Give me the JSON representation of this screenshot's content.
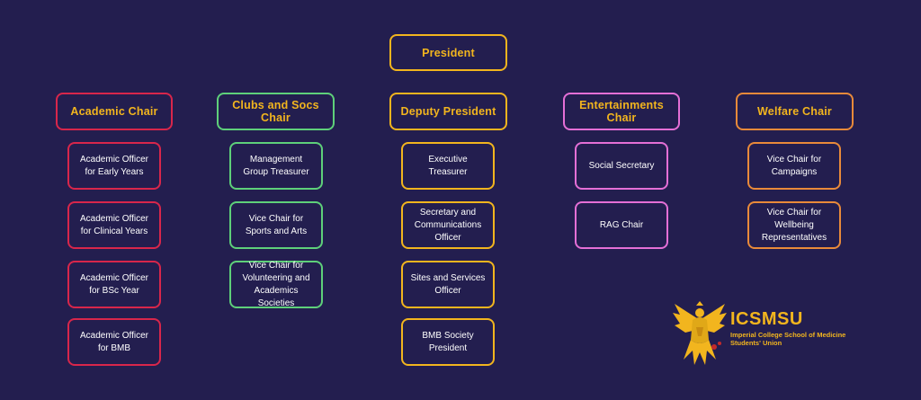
{
  "colors": {
    "background": "#231e4f",
    "heading_text": "#f2b51e",
    "academic": "#d8264b",
    "clubs": "#5ed07a",
    "president": "#f2b51e",
    "entertainments": "#e46fd6",
    "welfare": "#e98a3a"
  },
  "president": "President",
  "columns": {
    "academic": {
      "head": "Academic Chair",
      "items": [
        "Academic Officer for Early Years",
        "Academic Officer for Clinical Years",
        "Academic Officer for BSc Year",
        "Academic Officer for BMB"
      ]
    },
    "clubs": {
      "head": "Clubs and Socs Chair",
      "items": [
        "Management Group Treasurer",
        "Vice Chair for Sports and Arts",
        "Vice Chair for Volunteering and Academics Societies"
      ]
    },
    "deputy": {
      "head": "Deputy President",
      "items": [
        "Executive Treasurer",
        "Secretary and Communications Officer",
        "Sites and Services Officer",
        "BMB Society President"
      ]
    },
    "entertainments": {
      "head": "Entertainments Chair",
      "items": [
        "Social Secretary",
        "RAG Chair"
      ]
    },
    "welfare": {
      "head": "Welfare Chair",
      "items": [
        "Vice Chair for Campaigns",
        "Vice Chair for Wellbeing Representatives"
      ]
    }
  },
  "logo": {
    "icon": "phoenix-crest-icon",
    "title": "ICSMSU",
    "subtitle": "Imperial College School of Medicine Students' Union"
  }
}
